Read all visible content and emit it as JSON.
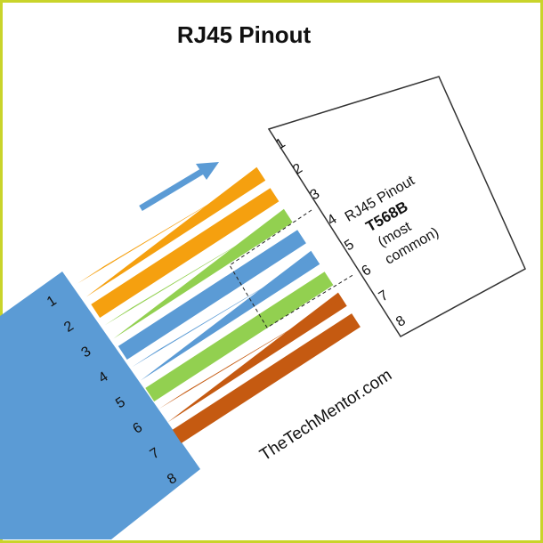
{
  "title": "RJ45 Pinout",
  "box": {
    "line1": "RJ45 Pinout",
    "line2": "T568B",
    "line3": "(most",
    "line4": "common)"
  },
  "website": "TheTechMentor.com",
  "cable_pin_numbers": [
    "1",
    "2",
    "3",
    "4",
    "5",
    "6",
    "7",
    "8"
  ],
  "connector_pin_numbers": [
    "1",
    "2",
    "3",
    "4",
    "5",
    "6",
    "7",
    "8"
  ],
  "wires": [
    {
      "pin": 1,
      "color": "#f5a00f",
      "type": "striped"
    },
    {
      "pin": 2,
      "color": "#f5a00f",
      "type": "solid"
    },
    {
      "pin": 3,
      "color": "#92d050",
      "type": "striped"
    },
    {
      "pin": 4,
      "color": "#5b9bd5",
      "type": "solid"
    },
    {
      "pin": 5,
      "color": "#5b9bd5",
      "type": "striped"
    },
    {
      "pin": 6,
      "color": "#92d050",
      "type": "solid"
    },
    {
      "pin": 7,
      "color": "#c55a11",
      "type": "striped"
    },
    {
      "pin": 8,
      "color": "#c55a11",
      "type": "solid"
    }
  ],
  "colors": {
    "frame": "#c9d42a",
    "cable": "#5b9bd5",
    "arrow": "#5b9bd5"
  },
  "icons": {
    "arrow": "right-arrow-icon"
  }
}
